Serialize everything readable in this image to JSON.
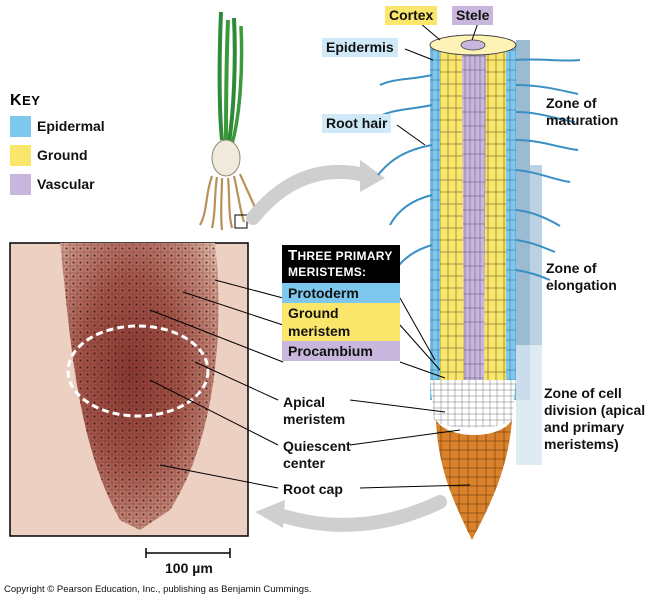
{
  "labels": {
    "cortex": "Cortex",
    "stele": "Stele",
    "epidermis": "Epidermis",
    "root_hair": "Root hair",
    "zone_maturation": "Zone of maturation",
    "zone_elongation": "Zone of elongation",
    "zone_division": "Zone of cell division (apical and primary meristems)",
    "apical_meristem": "Apical meristem",
    "quiescent_center": "Quiescent center",
    "root_cap": "Root cap",
    "scale_bar": "100 µm"
  },
  "key": {
    "title_first": "K",
    "title_rest": "EY",
    "items": [
      {
        "label": "Epidermal",
        "color": "#7ec8ee"
      },
      {
        "label": "Ground",
        "color": "#f9e66a"
      },
      {
        "label": "Vascular",
        "color": "#c9b6dc"
      }
    ]
  },
  "meristems": {
    "title_first": "T",
    "title_rest1": "HREE PRIMARY",
    "title_rest2": "MERISTEMS:",
    "items": [
      {
        "label": "Protoderm",
        "color": "#7ec8ee"
      },
      {
        "label": "Ground meristem",
        "color": "#f9e66a"
      },
      {
        "label": "Procambium",
        "color": "#c9b6dc"
      }
    ]
  },
  "copyright": "Copyright © Pearson Education, Inc., publishing as Benjamin Cummings.",
  "colors": {
    "epidermal": "#7ec8ee",
    "ground": "#f9e66a",
    "vascular": "#c9b6dc",
    "root_cap": "#d9822b",
    "zone_bar": "#8fb4cc",
    "micrograph": "#b9766a"
  }
}
